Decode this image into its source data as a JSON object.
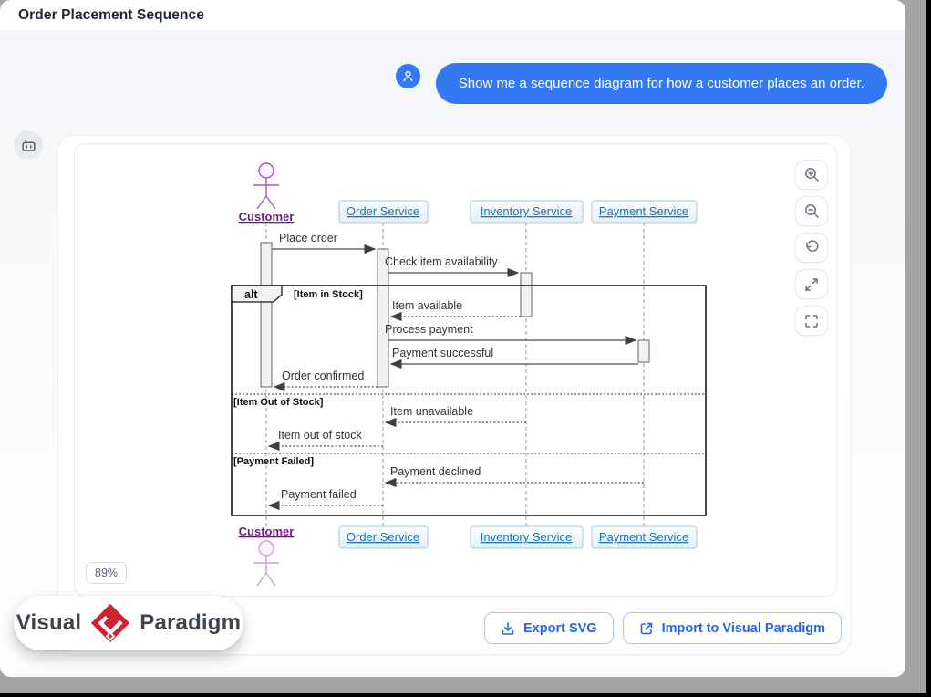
{
  "window": {
    "title": "Order Placement Sequence"
  },
  "chat": {
    "user_message": "Show me a sequence diagram for how a customer places an order."
  },
  "viewer": {
    "zoom_level": "89%",
    "controls": [
      "zoom-in",
      "zoom-out",
      "reset",
      "expand",
      "fullscreen"
    ]
  },
  "actions": {
    "export_svg": "Export SVG",
    "import_vp": "Import to Visual Paradigm"
  },
  "brand": {
    "word1": "Visual",
    "word2": "Paradigm"
  },
  "colors": {
    "accent_blue": "#3478f3",
    "link_blue": "#1973b8",
    "actor_purple": "#a855c8",
    "brand_red": "#cd2330",
    "surround_gray": "#a4a4a4"
  },
  "diagram": {
    "type": "sequence",
    "lifelines": [
      {
        "name": "Customer",
        "kind": "actor"
      },
      {
        "name": "Order Service",
        "kind": "participant"
      },
      {
        "name": "Inventory Service",
        "kind": "participant"
      },
      {
        "name": "Payment Service",
        "kind": "participant"
      }
    ],
    "messages": [
      {
        "from": "Customer",
        "to": "Order Service",
        "label": "Place order",
        "style": "solid"
      },
      {
        "from": "Order Service",
        "to": "Inventory Service",
        "label": "Check item availability",
        "style": "solid"
      },
      {
        "from": "Inventory Service",
        "to": "Order Service",
        "label": "Item available",
        "style": "dotted"
      },
      {
        "from": "Order Service",
        "to": "Payment Service",
        "label": "Process payment",
        "style": "solid"
      },
      {
        "from": "Payment Service",
        "to": "Order Service",
        "label": "Payment successful",
        "style": "solid"
      },
      {
        "from": "Order Service",
        "to": "Customer",
        "label": "Order confirmed",
        "style": "dotted"
      },
      {
        "from": "Inventory Service",
        "to": "Order Service",
        "label": "Item unavailable",
        "style": "dotted"
      },
      {
        "from": "Order Service",
        "to": "Customer",
        "label": "Item out of stock",
        "style": "dotted"
      },
      {
        "from": "Payment Service",
        "to": "Order Service",
        "label": "Payment declined",
        "style": "dotted"
      },
      {
        "from": "Order Service",
        "to": "Customer",
        "label": "Payment failed",
        "style": "dotted"
      }
    ],
    "fragment": {
      "operator": "alt",
      "guards": [
        "[Item in Stock]",
        "[Item Out of Stock]",
        "[Payment Failed]"
      ]
    }
  }
}
